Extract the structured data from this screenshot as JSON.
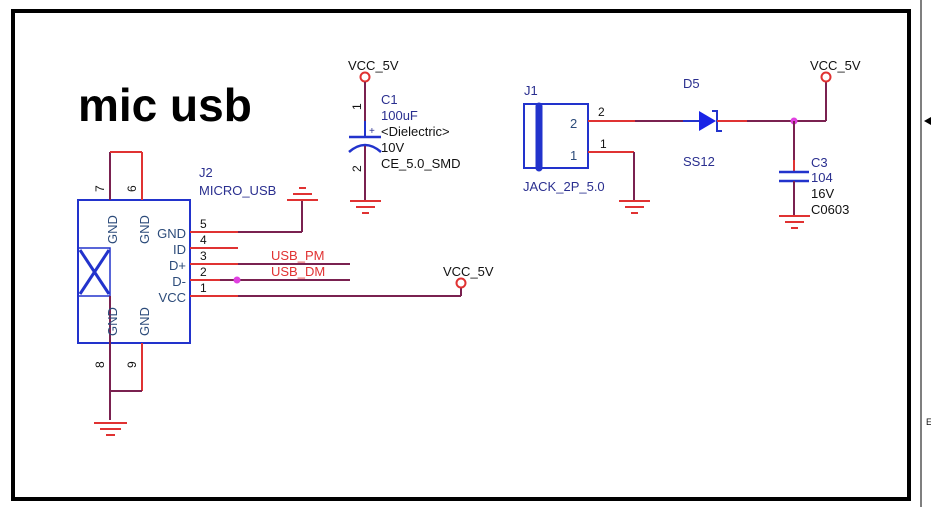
{
  "sheet": {
    "title": "mic usb",
    "side_marker": "E"
  },
  "colors": {
    "wire": "#7a2150",
    "pin": "#e03232",
    "component": "#2233cc",
    "junction": "#e040e0",
    "border": "#000000"
  },
  "j2": {
    "designator": "J2",
    "part": "MICRO_USB",
    "pins": [
      {
        "num": "5",
        "name": "GND"
      },
      {
        "num": "4",
        "name": "ID"
      },
      {
        "num": "3",
        "name": "D+"
      },
      {
        "num": "2",
        "name": "D-"
      },
      {
        "num": "1",
        "name": "VCC"
      }
    ],
    "shield_pins": [
      {
        "num": "7",
        "name": "GND"
      },
      {
        "num": "6",
        "name": "GND"
      },
      {
        "num": "8",
        "name": "GND"
      },
      {
        "num": "9",
        "name": "GND"
      }
    ]
  },
  "nets": {
    "usb_pm": "USB_PM",
    "usb_dm": "USB_DM",
    "vcc_5v": "VCC_5V"
  },
  "c1": {
    "designator": "C1",
    "value": "100uF",
    "dielectric": "<Dielectric>",
    "voltage": "10V",
    "footprint": "CE_5.0_SMD",
    "pin1": "1",
    "pin2": "2",
    "polarity": "+"
  },
  "j1": {
    "designator": "J1",
    "part": "JACK_2P_5.0",
    "pin2_inner": "2",
    "pin1_inner": "1",
    "pin2_outer": "2",
    "pin1_outer": "1"
  },
  "d5": {
    "designator": "D5",
    "part": "SS12"
  },
  "c3": {
    "designator": "C3",
    "value": "104",
    "voltage": "16V",
    "footprint": "C0603"
  }
}
